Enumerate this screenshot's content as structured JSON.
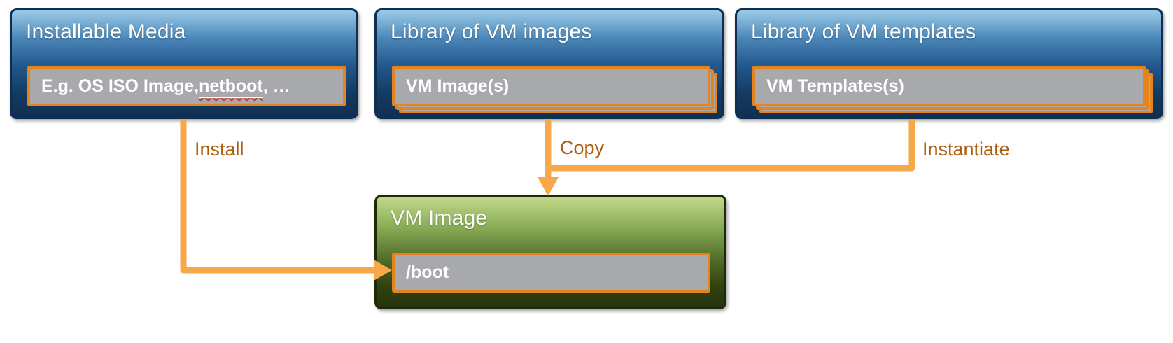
{
  "palette": {
    "arrow": "#F6A84B",
    "label_text": "#AC5D0E",
    "slot_border": "#E5831F",
    "slot_bg": "#A7A9AC",
    "blue_panel_border": "#0E2F52",
    "green_panel_border": "#1D2A08"
  },
  "panels": {
    "installable_media": {
      "title": "Installable Media",
      "item_parts": [
        "E.g. OS ISO Image, ",
        "netboot",
        ", …"
      ]
    },
    "vm_images": {
      "title": "Library of VM images",
      "item": "VM Image(s)"
    },
    "vm_templates": {
      "title": "Library of VM templates",
      "item": "VM Templates(s)"
    },
    "vm_image": {
      "title": "VM Image",
      "item": "/boot"
    }
  },
  "arrows": {
    "install": {
      "label": "Install"
    },
    "copy": {
      "label": "Copy"
    },
    "instantiate": {
      "label": "Instantiate"
    }
  }
}
